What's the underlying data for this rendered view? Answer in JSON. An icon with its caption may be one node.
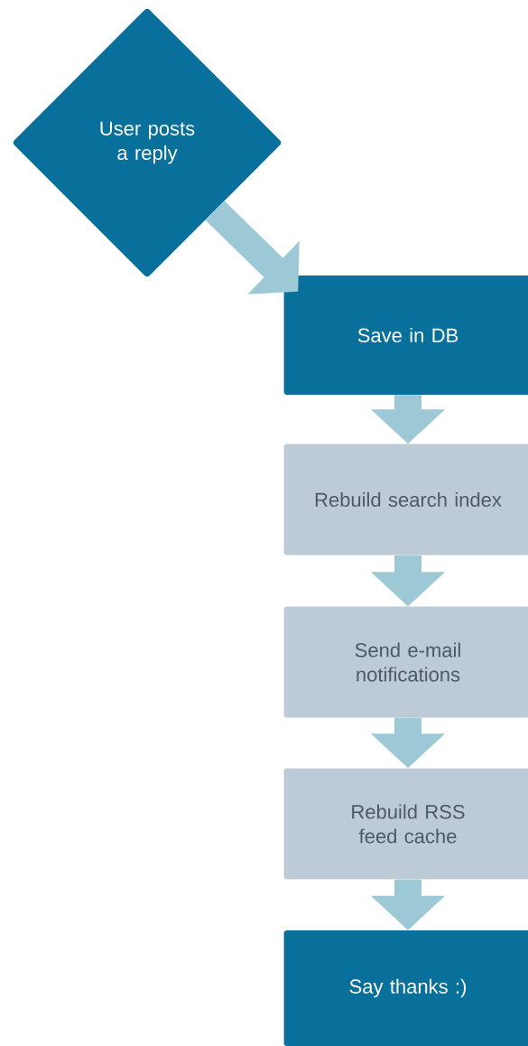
{
  "diagram": {
    "nodes": [
      {
        "text": [
          "User posts a reply"
        ]
      },
      {
        "text": [
          "Save in DB"
        ]
      },
      {
        "text": [
          "Rebuild search index"
        ]
      },
      {
        "text": [
          "Send e-mail notifications"
        ]
      },
      {
        "text": [
          "Rebuild RSS feed cache"
        ]
      },
      {
        "text": [
          "Say thanks :)"
        ]
      }
    ],
    "edges": [
      {
        "from": 0,
        "to": 1,
        "arrow": "to"
      },
      {
        "from": 1,
        "to": 2,
        "arrow": "to"
      },
      {
        "from": 2,
        "to": 3,
        "arrow": "to"
      },
      {
        "from": 3,
        "to": 4,
        "arrow": "to"
      },
      {
        "from": 4,
        "to": 5,
        "arrow": "to"
      }
    ]
  }
}
